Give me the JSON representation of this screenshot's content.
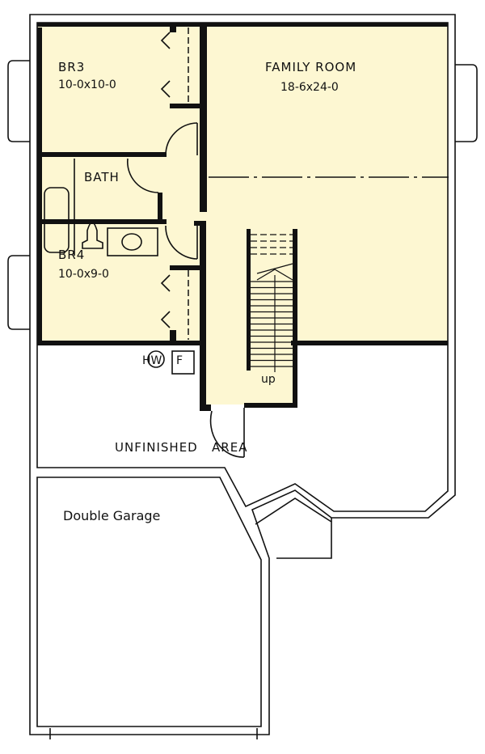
{
  "colors": {
    "finished_area": "#fdf7d2",
    "walls": "#111111",
    "background": "#ffffff"
  },
  "rooms": {
    "br3": {
      "name": "BR3",
      "size": "10-0x10-0"
    },
    "family_room": {
      "name": "FAMILY ROOM",
      "size": "18-6x24-0"
    },
    "bath": {
      "name": "BATH"
    },
    "br4": {
      "name": "BR4",
      "size": "10-0x9-0"
    },
    "unfinished": {
      "name": "UNFINISHED   AREA"
    },
    "garage": {
      "name": "Double Garage"
    }
  },
  "fixtures": {
    "water_heater": "HW",
    "furnace": "F",
    "stairs": "up"
  }
}
